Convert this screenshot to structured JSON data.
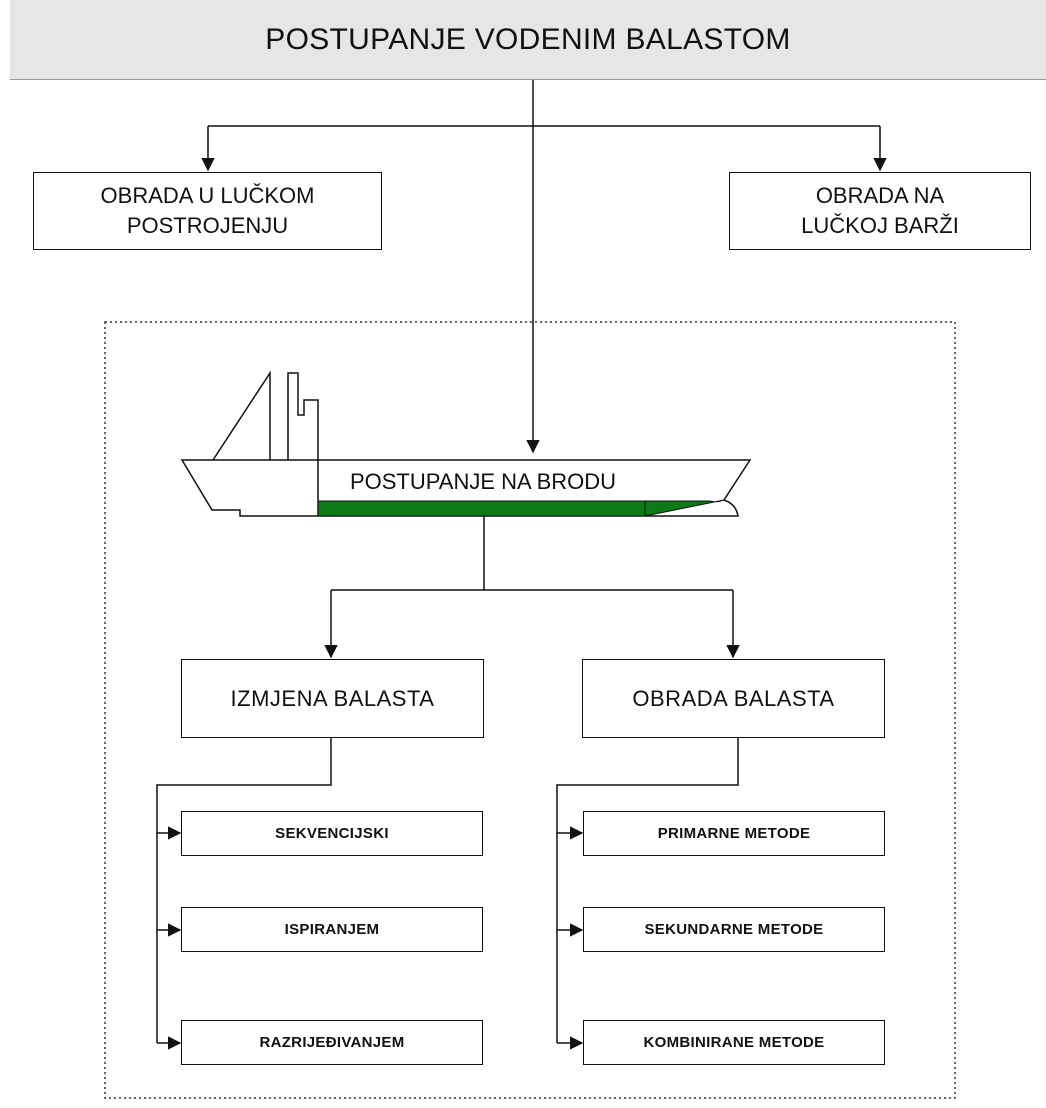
{
  "title": "POSTUPANJE VODENIM BALASTOM",
  "port_facility": {
    "line1": "OBRADA U LUČKOM",
    "line2": "POSTROJENJU"
  },
  "port_barge": {
    "line1": "OBRADA NA",
    "line2": "LUČKOJ BARŽI"
  },
  "onboard": "POSTUPANJE NA BRODU",
  "exchange": {
    "label": "IZMJENA BALASTA",
    "items": [
      "SEKVENCIJSKI",
      "ISPIRANJEM",
      "RAZRIJEĐIVANJEM"
    ]
  },
  "treatment": {
    "label": "OBRADA BALASTA",
    "items": [
      "PRIMARNE METODE",
      "SEKUNDARNE METODE",
      "KOMBINIRANE METODE"
    ]
  },
  "colors": {
    "hull_band": "#0a7a14",
    "banner": "#e6e6e6"
  }
}
